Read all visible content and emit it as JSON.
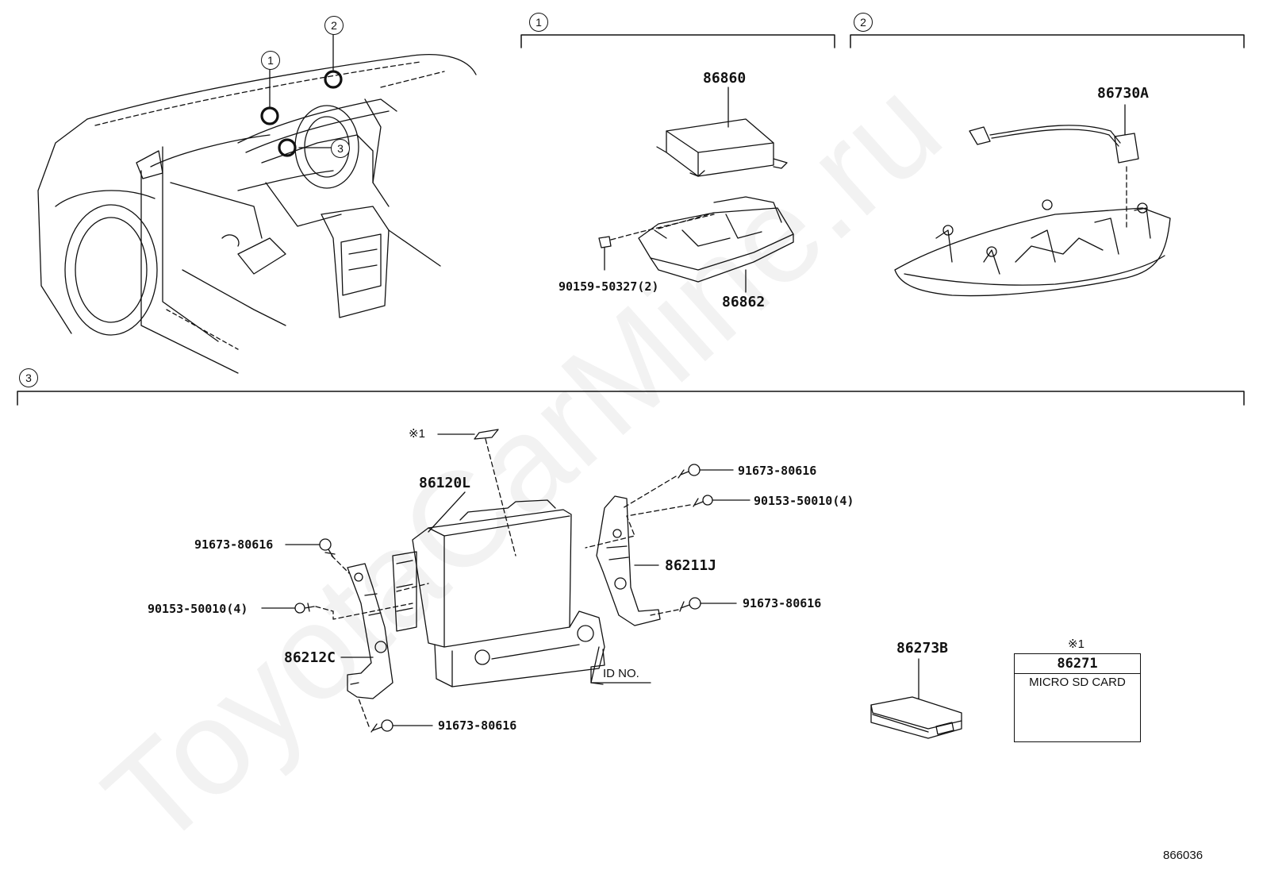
{
  "section_markers": {
    "s1": "1",
    "s2": "2",
    "s3": "3"
  },
  "car_callouts": {
    "c1": "1",
    "c2": "2",
    "c3": "3"
  },
  "parts": {
    "p86860": "86860",
    "p86862": "86862",
    "p90159": "90159-50327(2)",
    "p86730A": "86730A",
    "p86120L": "86120L",
    "p86211J": "86211J",
    "p86212C": "86212C",
    "p91673_tr": "91673-80616",
    "p90153_tr": "90153-50010(4)",
    "p91673_l": "91673-80616",
    "p90153_l": "90153-50010(4)",
    "p91673_r": "91673-80616",
    "p91673_b": "91673-80616",
    "p86273B": "86273B",
    "p86271": "86271"
  },
  "notes": {
    "ref_mark_top": "※1",
    "ref_mark_card": "※1",
    "id_no": "ID NO.",
    "sd_card": "MICRO SD CARD"
  },
  "diagram_number": "866036",
  "watermark": "ToyotaCarMine.ru"
}
